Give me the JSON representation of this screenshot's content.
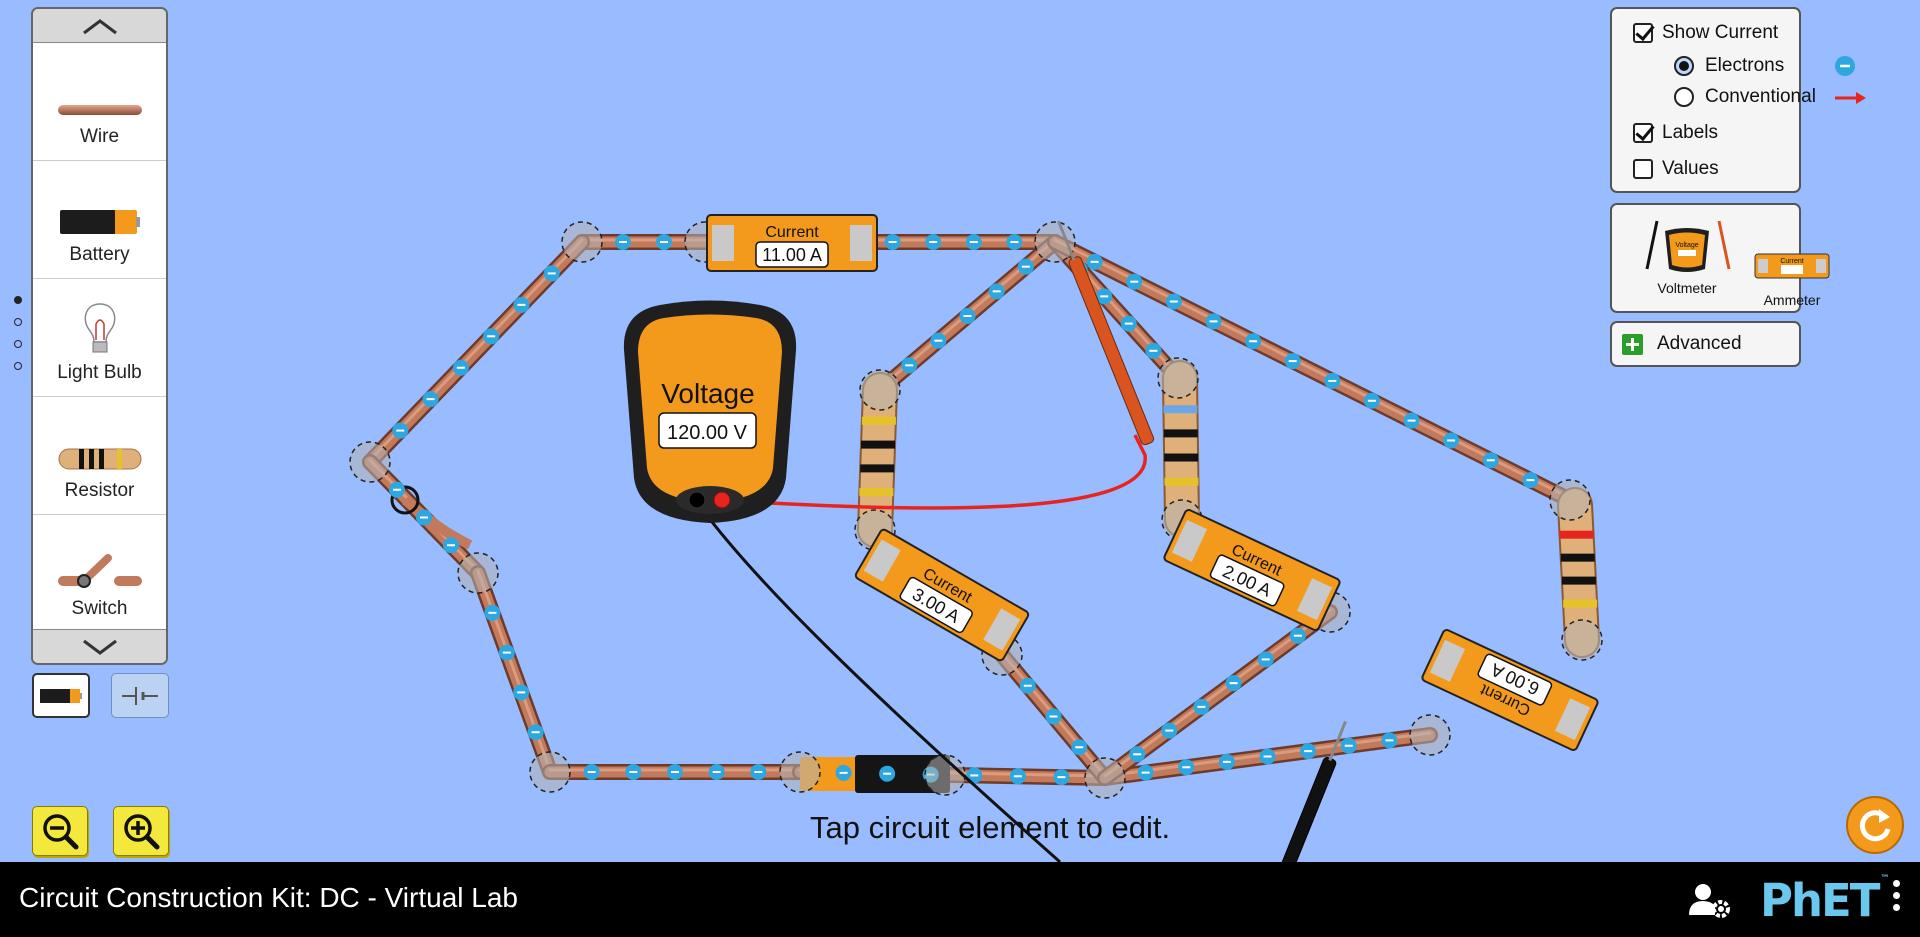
{
  "toolbox": {
    "items": [
      {
        "label": "Wire",
        "icon": "wire-icon"
      },
      {
        "label": "Battery",
        "icon": "battery-icon"
      },
      {
        "label": "Light Bulb",
        "icon": "light-bulb-icon"
      },
      {
        "label": "Resistor",
        "icon": "resistor-icon"
      },
      {
        "label": "Switch",
        "icon": "switch-icon"
      }
    ],
    "page_count": 4,
    "current_page": 1
  },
  "view_mode": {
    "selected": "lifelike",
    "options": [
      "lifelike",
      "schematic"
    ]
  },
  "show_panel": {
    "show_current": {
      "label": "Show Current",
      "checked": true
    },
    "electrons": {
      "label": "Electrons",
      "selected": true
    },
    "conventional": {
      "label": "Conventional",
      "selected": false
    },
    "labels": {
      "label": "Labels",
      "checked": true
    },
    "values": {
      "label": "Values",
      "checked": false
    }
  },
  "sensors": {
    "voltmeter_label": "Voltmeter",
    "ammeter_label": "Ammeter",
    "voltmeter_icon_text": "Voltage",
    "ammeter_icon_text": "Current"
  },
  "advanced": {
    "label": "Advanced"
  },
  "circuit": {
    "voltmeter": {
      "title": "Voltage",
      "reading": "120.00 V"
    },
    "ammeters": [
      {
        "title": "Current",
        "reading": "11.00 A"
      },
      {
        "title": "Current",
        "reading": "3.00 A"
      },
      {
        "title": "Current",
        "reading": "2.00 A"
      },
      {
        "title": "Current",
        "reading": "6.00 A"
      }
    ],
    "hint": "Tap circuit element to edit."
  },
  "colors": {
    "background": "#99bbff",
    "wire": "#c27a5d",
    "electron": "#2ea7e0",
    "meter_orange": "#f39a1c",
    "zoom_yellow": "#f3e83b",
    "reset_orange": "#f39a1c",
    "logo_blue": "#6ac7ee"
  },
  "navbar": {
    "title": "Circuit Construction Kit: DC - Virtual Lab",
    "logo": "PhET",
    "logo_tm": "™"
  }
}
